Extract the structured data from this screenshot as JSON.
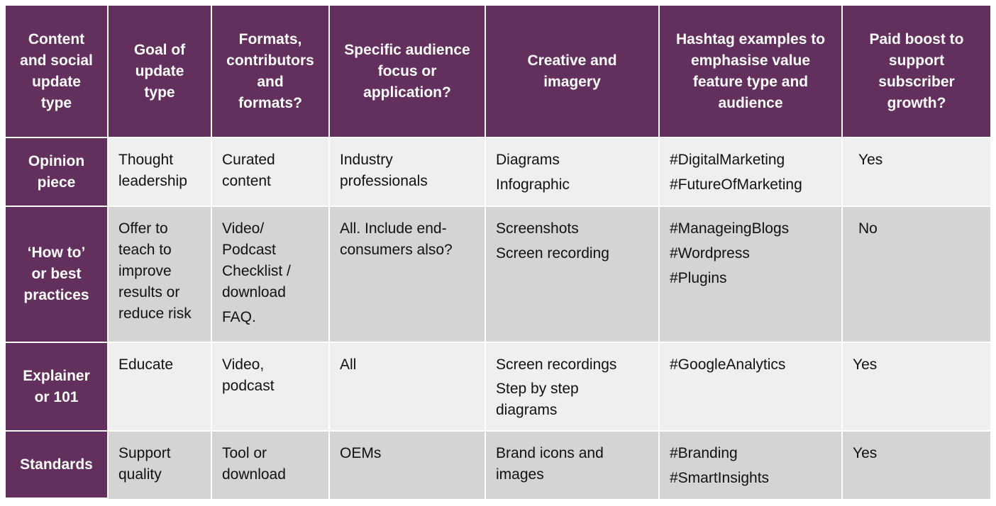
{
  "header": [
    "Content\nand social\nupdate\ntype",
    "Goal of\nupdate\ntype",
    "Formats,\ncontributors\nand\nformats?",
    "Specific audience\nfocus or\napplication?",
    "Creative and\nimagery",
    "Hashtag examples to\nemphasise value\nfeature type and\naudience",
    "Paid boost to\nsupport\nsubscriber\ngrowth?"
  ],
  "rows": [
    {
      "type": "Opinion\npiece",
      "goal": "Thought\nleadership",
      "formats": [
        "Curated\ncontent"
      ],
      "audience": "Industry\nprofessionals",
      "creative": [
        "Diagrams",
        "Infographic"
      ],
      "hashtags": [
        "#DigitalMarketing",
        "#FutureOfMarketing"
      ],
      "paid": "Yes"
    },
    {
      "type": "‘How to’\nor best\npractices",
      "goal": "Offer to\nteach to\nimprove\nresults or\nreduce risk",
      "formats": [
        "Video/\nPodcast\nChecklist /\ndownload",
        "FAQ."
      ],
      "audience": "All. Include end-\nconsumers also?",
      "creative": [
        "Screenshots",
        "Screen recording"
      ],
      "hashtags": [
        "#ManageingBlogs",
        "#Wordpress",
        "#Plugins"
      ],
      "paid": "No"
    },
    {
      "type": "Explainer\nor 101",
      "goal": "Educate",
      "formats": [
        "Video,\npodcast"
      ],
      "audience": "All",
      "creative": [
        "Screen recordings",
        "Step by step\ndiagrams"
      ],
      "hashtags": [
        "#GoogleAnalytics"
      ],
      "paid": "Yes"
    },
    {
      "type": "Standards",
      "goal": "Support\nquality",
      "formats": [
        "Tool or\ndownload"
      ],
      "audience": "OEMs",
      "creative": [
        "Brand icons and\nimages"
      ],
      "hashtags": [
        "#Branding",
        "#SmartInsights"
      ],
      "paid": "Yes"
    }
  ],
  "colors": {
    "header_bg": "#63305e",
    "row_light": "#efefef",
    "row_dark": "#d4d4d4",
    "border": "#ffffff"
  }
}
